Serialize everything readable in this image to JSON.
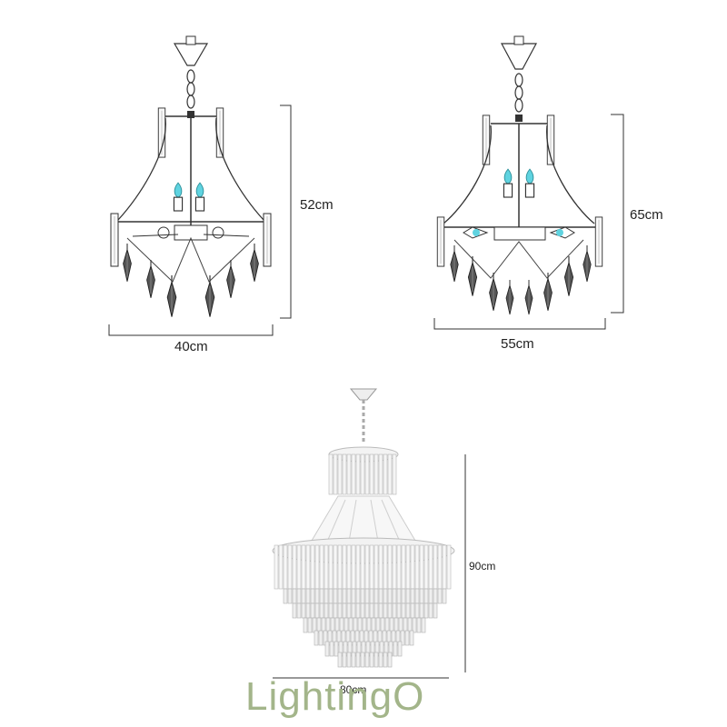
{
  "dimensions": {
    "small_width": "40cm",
    "small_height": "52cm",
    "medium_width": "55cm",
    "medium_height": "65cm",
    "large_width": "80cm",
    "large_height": "90cm"
  },
  "brand": {
    "name": "LightingO",
    "color": "#a3b58a"
  },
  "colors": {
    "line": "#333333",
    "bulb": "#5fd3e0",
    "crystal": "#9aa3ad"
  }
}
